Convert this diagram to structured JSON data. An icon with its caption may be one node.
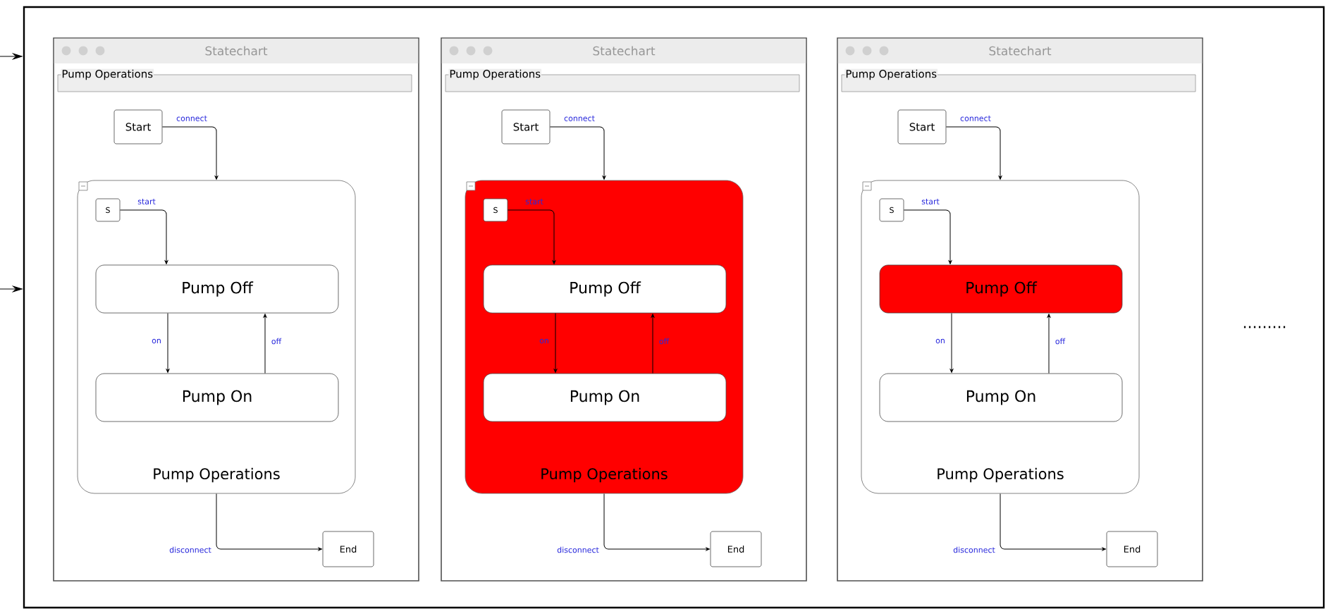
{
  "diagram": {
    "nodes": [
      {
        "text": [],
        "shape": "box"
      },
      {
        "text": [
          "Statechart",
          "Pump Operations"
        ],
        "in": 0
      },
      {
        "text": [
          "Start"
        ],
        "in": 1
      },
      {
        "text": [
          "Pump Operations"
        ],
        "in": 1
      },
      {
        "text": [
          "S"
        ],
        "in": 3
      },
      {
        "text": [
          "Pump Off"
        ],
        "in": 3
      },
      {
        "text": [
          "Pump On"
        ],
        "in": 3
      },
      {
        "text": [
          "End"
        ],
        "in": 1
      },
      {
        "text": [
          "Statechart",
          "Pump Operations"
        ],
        "in": 0
      },
      {
        "text": [
          "Start"
        ],
        "in": 8
      },
      {
        "text": [
          "Pump Operations"
        ],
        "in": 8
      },
      {
        "text": [
          "S"
        ],
        "in": 10
      },
      {
        "text": [
          "Pump Off"
        ],
        "in": 10
      },
      {
        "text": [
          "Pump On"
        ],
        "in": 10
      },
      {
        "text": [
          "End"
        ],
        "in": 8
      },
      {
        "text": [
          "Statechart",
          "Pump Operations"
        ],
        "in": 0
      },
      {
        "text": [
          "Start"
        ],
        "in": 15
      },
      {
        "text": [
          "Pump Operations"
        ],
        "in": 15
      },
      {
        "text": [
          "S"
        ],
        "in": 17
      },
      {
        "text": [
          "Pump Off"
        ],
        "in": 17
      },
      {
        "text": [
          "Pump On"
        ],
        "in": 17
      },
      {
        "text": [
          "End"
        ],
        "in": 15
      }
    ],
    "edges": [
      {
        "from": null,
        "to": 0,
        "arrow": "to"
      },
      {
        "from": null,
        "to": 0,
        "arrow": "to"
      },
      {
        "from": 2,
        "to": 3,
        "arrow": "to",
        "label": "connect"
      },
      {
        "from": 4,
        "to": 5,
        "arrow": "to",
        "label": "start"
      },
      {
        "from": 5,
        "to": 6,
        "arrow": "to",
        "label": "on"
      },
      {
        "from": 6,
        "to": 5,
        "arrow": "to",
        "label": "off"
      },
      {
        "from": 3,
        "to": 7,
        "arrow": "to",
        "label": "disconnect"
      },
      {
        "from": 9,
        "to": 10,
        "arrow": "to",
        "label": "connect"
      },
      {
        "from": 11,
        "to": 12,
        "arrow": "to",
        "label": "start"
      },
      {
        "from": 12,
        "to": 13,
        "arrow": "to",
        "label": "on"
      },
      {
        "from": 13,
        "to": 12,
        "arrow": "to",
        "label": "off"
      },
      {
        "from": 10,
        "to": 14,
        "arrow": "to",
        "label": "disconnect"
      },
      {
        "from": 16,
        "to": 17,
        "arrow": "to",
        "label": "connect"
      },
      {
        "from": 18,
        "to": 19,
        "arrow": "to",
        "label": "start"
      },
      {
        "from": 19,
        "to": 20,
        "arrow": "to",
        "label": "on"
      },
      {
        "from": 20,
        "to": 19,
        "arrow": "to",
        "label": "off"
      },
      {
        "from": 17,
        "to": 21,
        "arrow": "to",
        "label": "disconnect"
      }
    ],
    "labels": [
      "........."
    ]
  }
}
